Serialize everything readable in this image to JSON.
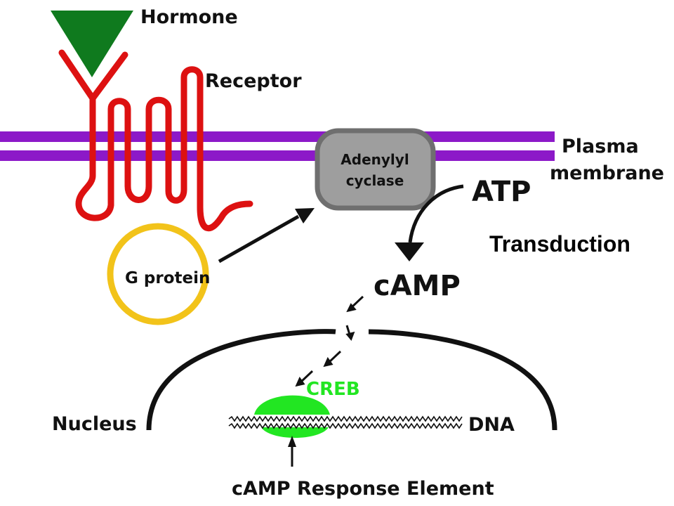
{
  "labels": {
    "hormone": "Hormone",
    "receptor": "Receptor",
    "plasma_line1": "Plasma",
    "plasma_line2": "membrane",
    "adenylyl_line1": "Adenylyl",
    "adenylyl_line2": "cyclase",
    "atp": "ATP",
    "transduction": "Transduction",
    "g_protein": "G protein",
    "camp": "cAMP",
    "creb": "CREB",
    "nucleus": "Nucleus",
    "dna": "DNA",
    "cre": "cAMP Response Element"
  },
  "colors": {
    "hormone": "#0f7a1e",
    "receptor": "#dd1111",
    "membrane": "#8c19c8",
    "g_protein": "#f2c31a",
    "enzyme_fill": "#9e9e9e",
    "enzyme_stroke": "#6f6f6f",
    "creb": "#22e622",
    "ink": "#111111"
  }
}
